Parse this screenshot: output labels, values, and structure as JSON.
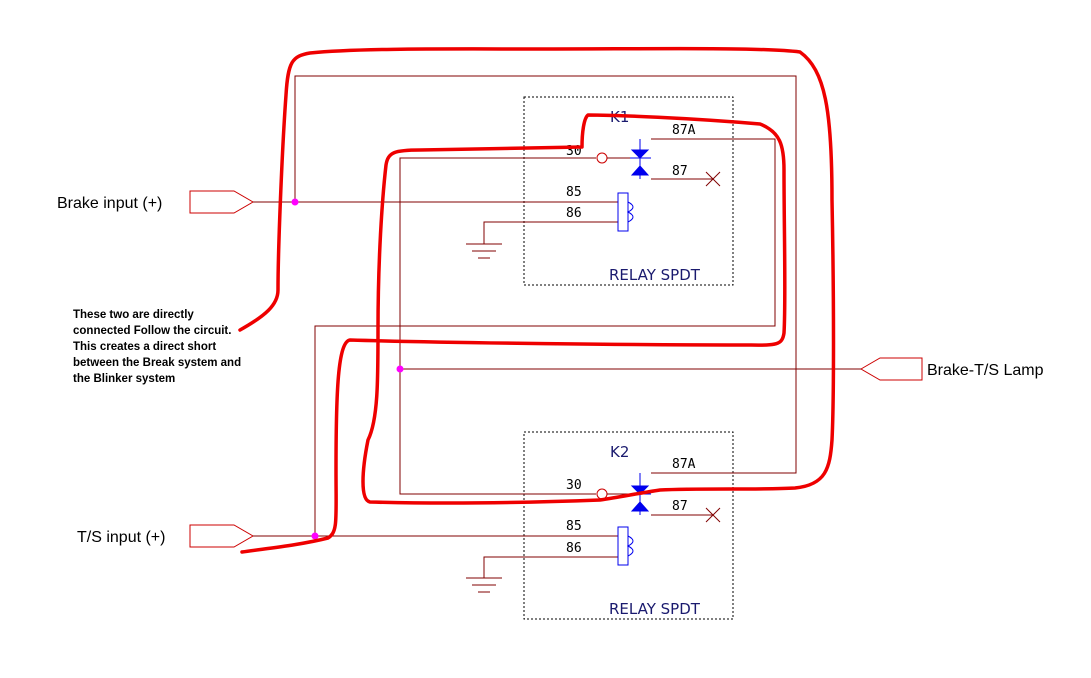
{
  "inputs": {
    "brake": "Brake input (+)",
    "ts": "T/S input (+)",
    "lamp": "Brake-T/S Lamp"
  },
  "relays": [
    {
      "id": "K1",
      "type": "RELAY SPDT",
      "pins": {
        "com": "30",
        "nc": "87A",
        "no": "87",
        "coil_a": "85",
        "coil_b": "86"
      }
    },
    {
      "id": "K2",
      "type": "RELAY SPDT",
      "pins": {
        "com": "30",
        "nc": "87A",
        "no": "87",
        "coil_a": "85",
        "coil_b": "86"
      }
    }
  ],
  "note": "These two are directly connected Follow the circuit. This creates a direct short between the Break system and the Blinker system",
  "colors": {
    "wire": "#800000",
    "connector": "#cc0000",
    "relay_contacts": "#0000ee",
    "junction": "#ff00ff",
    "annotation": "#ee0000",
    "relay_box": "#000000"
  }
}
